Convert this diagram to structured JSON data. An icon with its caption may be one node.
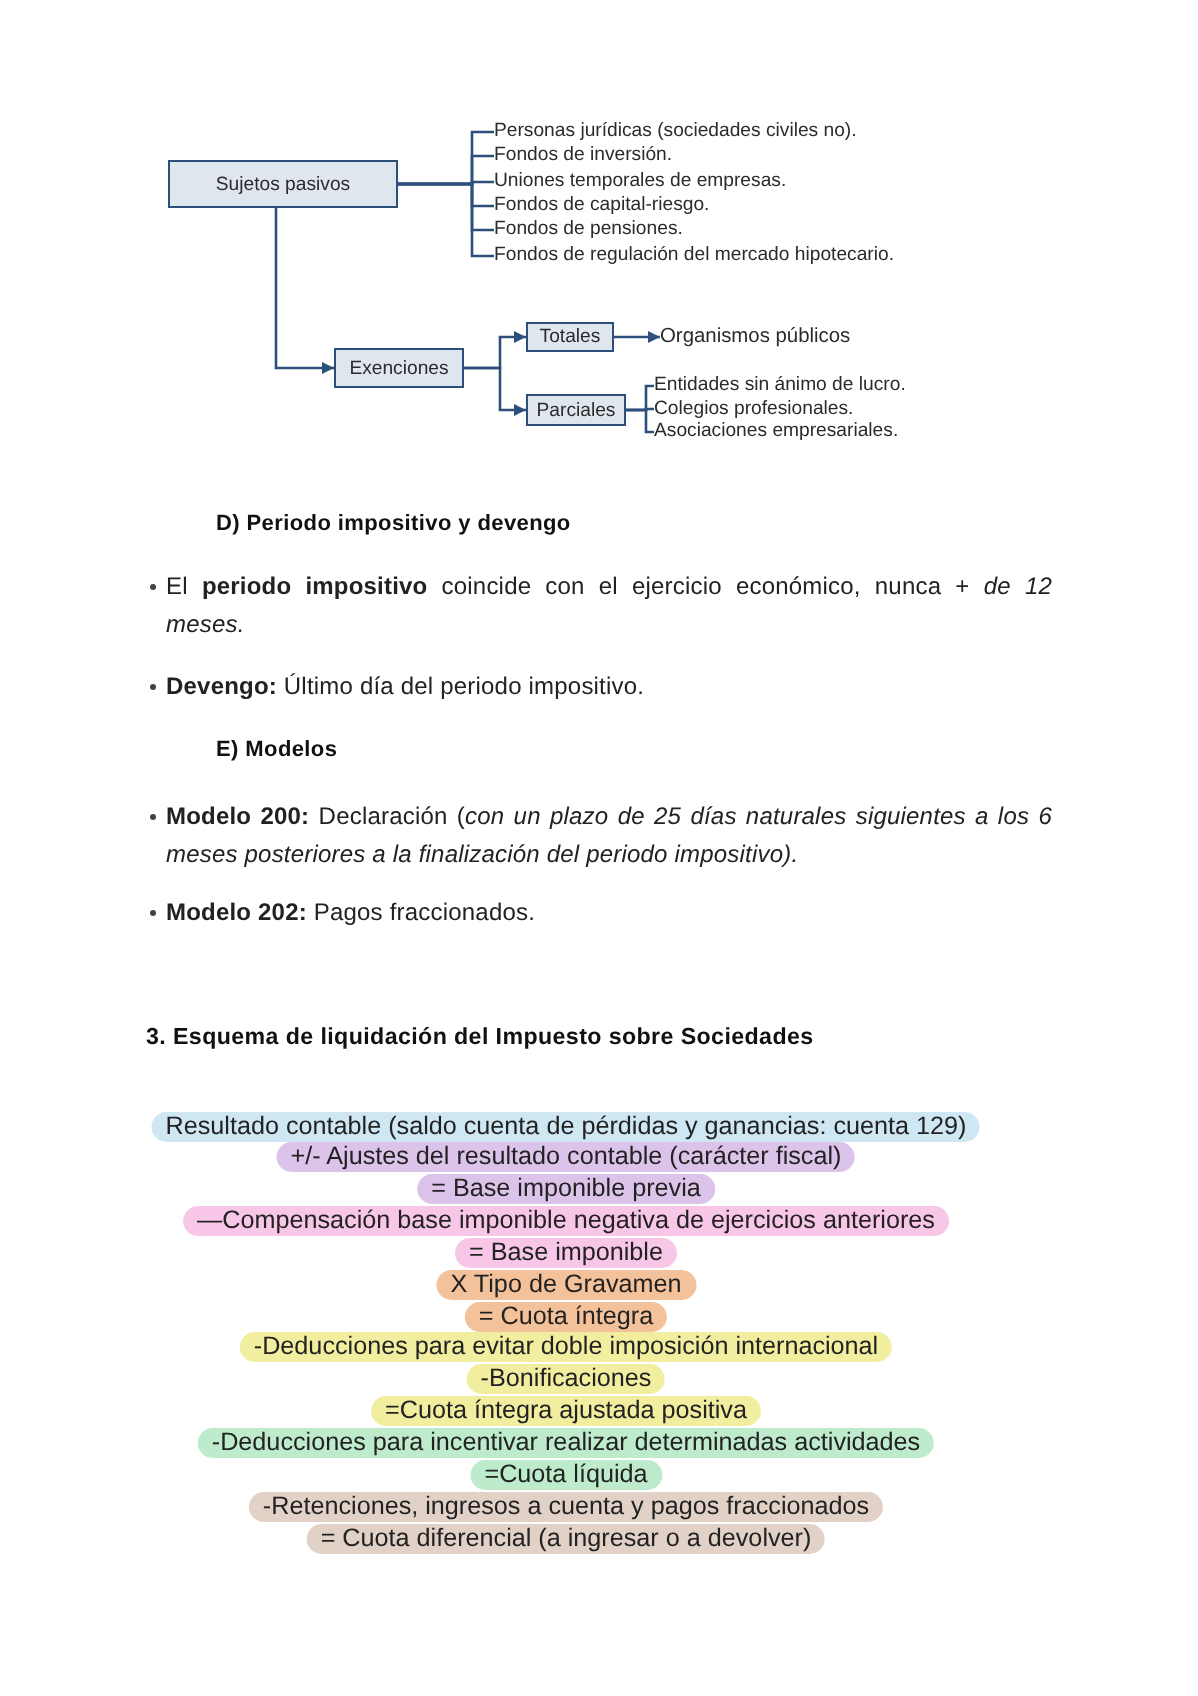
{
  "diagram": {
    "nodes": [
      {
        "text": [
          "Sujetos pasivos"
        ]
      },
      {
        "text": [
          "Personas jurídicas (sociedades civiles no)."
        ]
      },
      {
        "text": [
          "Fondos de inversión."
        ]
      },
      {
        "text": [
          "Uniones temporales de empresas."
        ]
      },
      {
        "text": [
          "Fondos de capital-riesgo."
        ]
      },
      {
        "text": [
          "Fondos de pensiones."
        ]
      },
      {
        "text": [
          "Fondos de regulación del mercado hipotecario."
        ]
      },
      {
        "text": [
          "Exenciones"
        ]
      },
      {
        "text": [
          "Totales"
        ]
      },
      {
        "text": [
          "Organismos públicos"
        ]
      },
      {
        "text": [
          "Parciales"
        ]
      },
      {
        "text": [
          "Entidades sin ánimo de lucro."
        ]
      },
      {
        "text": [
          "Colegios profesionales."
        ]
      },
      {
        "text": [
          "Asociaciones empresariales."
        ]
      },
      {
        "text": [
          "Resultado contable (saldo cuenta de pérdidas y ganancias: cuenta 129)"
        ]
      },
      {
        "text": [
          "+/- Ajustes del resultado contable (carácter fiscal)"
        ]
      },
      {
        "text": [
          "= Base imponible previa"
        ]
      },
      {
        "text": [
          "—Compensación base imponible negativa de ejercicios anteriores"
        ]
      },
      {
        "text": [
          "= Base imponible"
        ]
      },
      {
        "text": [
          "X Tipo de Gravamen"
        ]
      },
      {
        "text": [
          "= Cuota íntegra"
        ]
      },
      {
        "text": [
          "-Deducciones para evitar doble imposición internacional"
        ]
      },
      {
        "text": [
          "-Bonificaciones"
        ]
      },
      {
        "text": [
          "=Cuota íntegra ajustada positiva"
        ]
      },
      {
        "text": [
          "-Deducciones para incentivar realizar determinadas actividades"
        ]
      },
      {
        "text": [
          "=Cuota líquida"
        ]
      },
      {
        "text": [
          "-Retenciones, ingresos a cuenta y pagos fraccionados"
        ]
      },
      {
        "text": [
          "= Cuota diferencial (a ingresar o a devolver)"
        ]
      }
    ],
    "edges": [
      {
        "from": 0,
        "to": 1,
        "arrow": "none"
      },
      {
        "from": 0,
        "to": 2,
        "arrow": "none"
      },
      {
        "from": 0,
        "to": 3,
        "arrow": "none"
      },
      {
        "from": 0,
        "to": 4,
        "arrow": "none"
      },
      {
        "from": 0,
        "to": 5,
        "arrow": "none"
      },
      {
        "from": 0,
        "to": 6,
        "arrow": "none"
      },
      {
        "from": 0,
        "to": 7,
        "arrow": "to"
      },
      {
        "from": 7,
        "to": 8,
        "arrow": "to"
      },
      {
        "from": 7,
        "to": 10,
        "arrow": "to"
      },
      {
        "from": 8,
        "to": 9,
        "arrow": "to"
      },
      {
        "from": 10,
        "to": 11,
        "arrow": "none"
      },
      {
        "from": 10,
        "to": 12,
        "arrow": "none"
      },
      {
        "from": 10,
        "to": 13,
        "arrow": "none"
      }
    ],
    "labels": [
      "D) Periodo impositivo y devengo",
      "El **periodo impositivo** coincide con el ejercicio económico, nunca + *de 12 meses.*",
      "**Devengo:** Último día del periodo impositivo.",
      "E) Modelos",
      "**Modelo 200:** Declaración (*con un plazo de 25 días naturales siguientes a los 6 meses posteriores a la finalización del periodo impositivo).*",
      "**Modelo 202:** Pagos fraccionados.",
      "3. Esquema de liquidación del Impuesto sobre Sociedades"
    ]
  }
}
